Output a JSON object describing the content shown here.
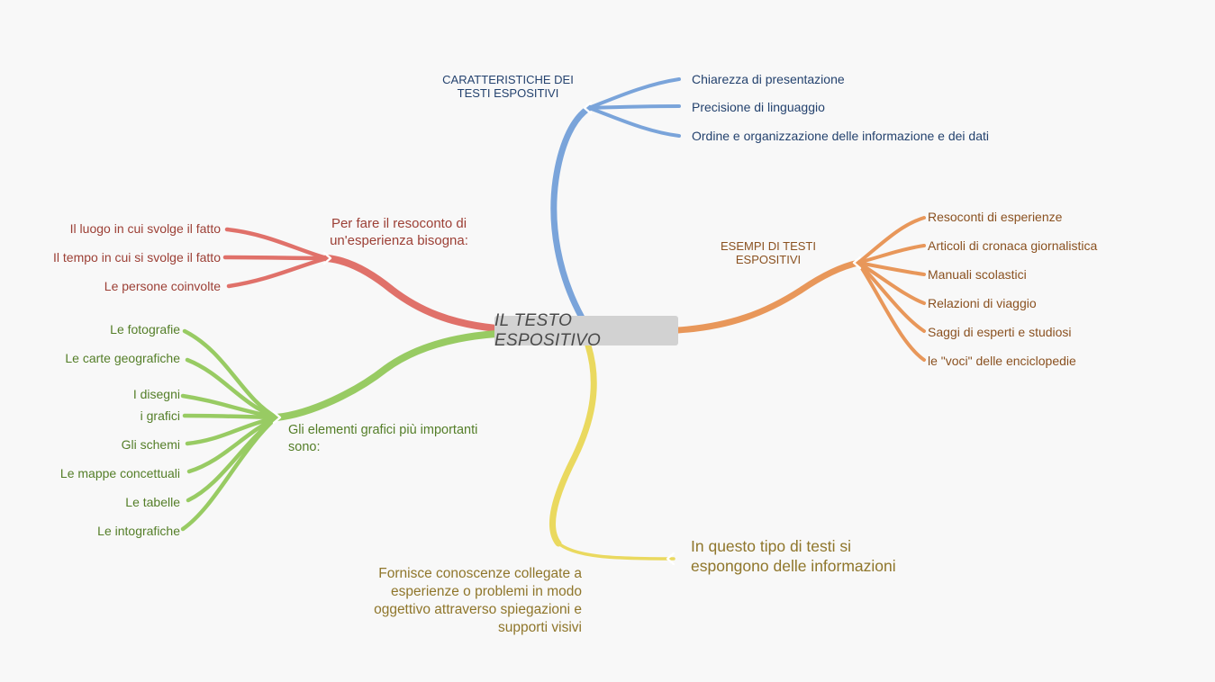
{
  "page": {
    "background": "#f8f8f8",
    "chevron_color": "#ffffff"
  },
  "root": {
    "label": "IL TESTO ESPOSITIVO",
    "bg": "#d2d2d2",
    "text_color": "#4a4a4a"
  },
  "branches": [
    {
      "name": "caratteristiche",
      "color": "#7aa4da",
      "text_color": "#24426e",
      "label": "CARATTERISTICHE DEI\nTESTI ESPOSITIVI",
      "children": [
        {
          "label": "Chiarezza di presentazione"
        },
        {
          "label": "Precisione di linguaggio"
        },
        {
          "label": "Ordine e organizzazione delle informazione e dei dati"
        }
      ]
    },
    {
      "name": "esempi",
      "color": "#e8975a",
      "text_color": "#8a5120",
      "label": "ESEMPI DI TESTI\nESPOSITIVI",
      "children": [
        {
          "label": "Resoconti di esperienze"
        },
        {
          "label": "Articoli di cronaca giornalistica"
        },
        {
          "label": "Manuali scolastici"
        },
        {
          "label": "Relazioni di viaggio"
        },
        {
          "label": "Saggi di esperti e studiosi"
        },
        {
          "label": "le \"voci\" delle enciclopedie"
        }
      ]
    },
    {
      "name": "resoconto",
      "color": "#e0716a",
      "text_color": "#9c3f35",
      "label": "Per fare il resoconto di\nun'esperienza bisogna:",
      "children": [
        {
          "label": "Il luogo in cui svolge il fatto"
        },
        {
          "label": "Il tempo in cui si svolge il fatto"
        },
        {
          "label": "Le persone coinvolte"
        }
      ]
    },
    {
      "name": "elementi-grafici",
      "color": "#98cb63",
      "text_color": "#547e28",
      "label": "Gli elementi grafici più importanti\nsono:",
      "children": [
        {
          "label": "Le fotografie"
        },
        {
          "label": "Le carte geografiche"
        },
        {
          "label": "I disegni"
        },
        {
          "label": "i grafici"
        },
        {
          "label": "Gli schemi"
        },
        {
          "label": "Le mappe concettuali"
        },
        {
          "label": "Le tabelle"
        },
        {
          "label": "Le intografiche"
        }
      ]
    },
    {
      "name": "definizione",
      "color": "#ead95f",
      "text_color": "#8f762b",
      "label": "Fornisce conoscenze collegate a\nesperienze o problemi in modo\noggettivo attraverso spiegazioni e\nsupporti visivi",
      "children": [
        {
          "label": "In questo tipo di testi si\nespongono delle informazioni"
        }
      ]
    }
  ]
}
